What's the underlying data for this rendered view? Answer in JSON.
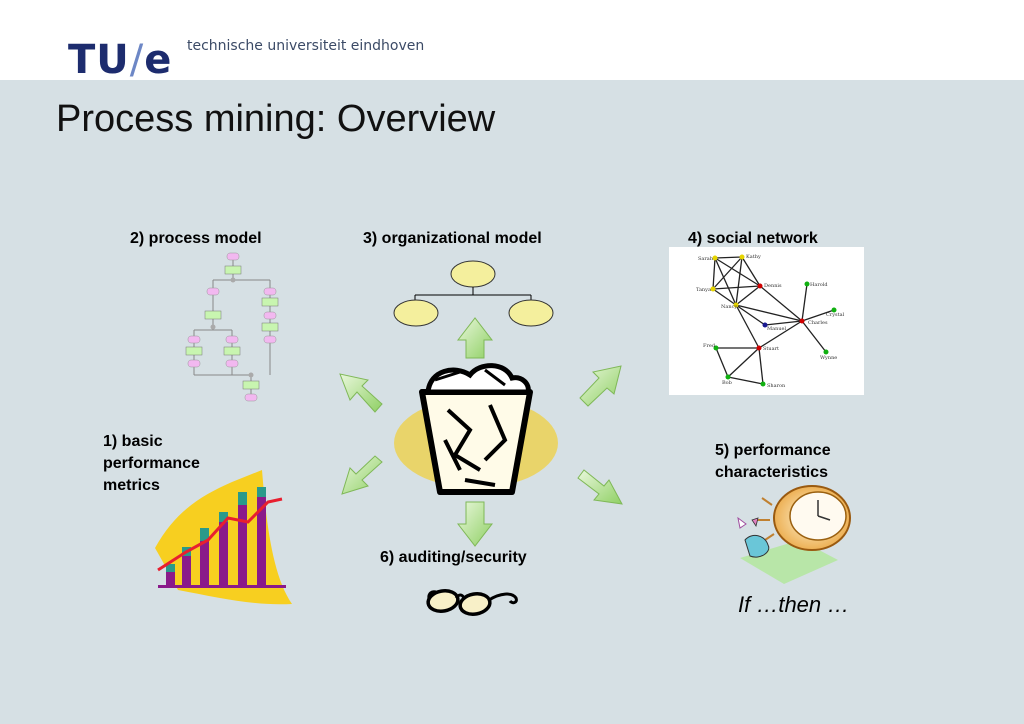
{
  "header": {
    "logo_text_left": "TU",
    "logo_slash": "/",
    "logo_text_right": "e",
    "university": "technische universiteit eindhoven"
  },
  "slide": {
    "title": "Process mining: Overview"
  },
  "labels": {
    "process_model": "2) process model",
    "organizational_model": "3) organizational model",
    "social_network": "4) social network",
    "basic_perf_line1": "1) basic",
    "basic_perf_line2": "performance",
    "basic_perf_line3": "metrics",
    "perf_char_line1": "5) performance",
    "perf_char_line2": "characteristics",
    "auditing": "6) auditing/security",
    "if_then": "If …then …"
  },
  "social_network_nodes": [
    "Sarah",
    "Kathy",
    "Dennis",
    "Tanya",
    "Nancy",
    "Harold",
    "Manuel",
    "Charles",
    "Crystal",
    "Fred",
    "Stuart",
    "Bob",
    "Sharon",
    "Wynne"
  ],
  "colors": {
    "background": "#d6e0e4",
    "arrow_green": "#9fd67a",
    "logo_blue": "#1d2c6e",
    "ellipse_yellow": "#f4ef9d",
    "blob_yellow": "#e9d46a"
  }
}
